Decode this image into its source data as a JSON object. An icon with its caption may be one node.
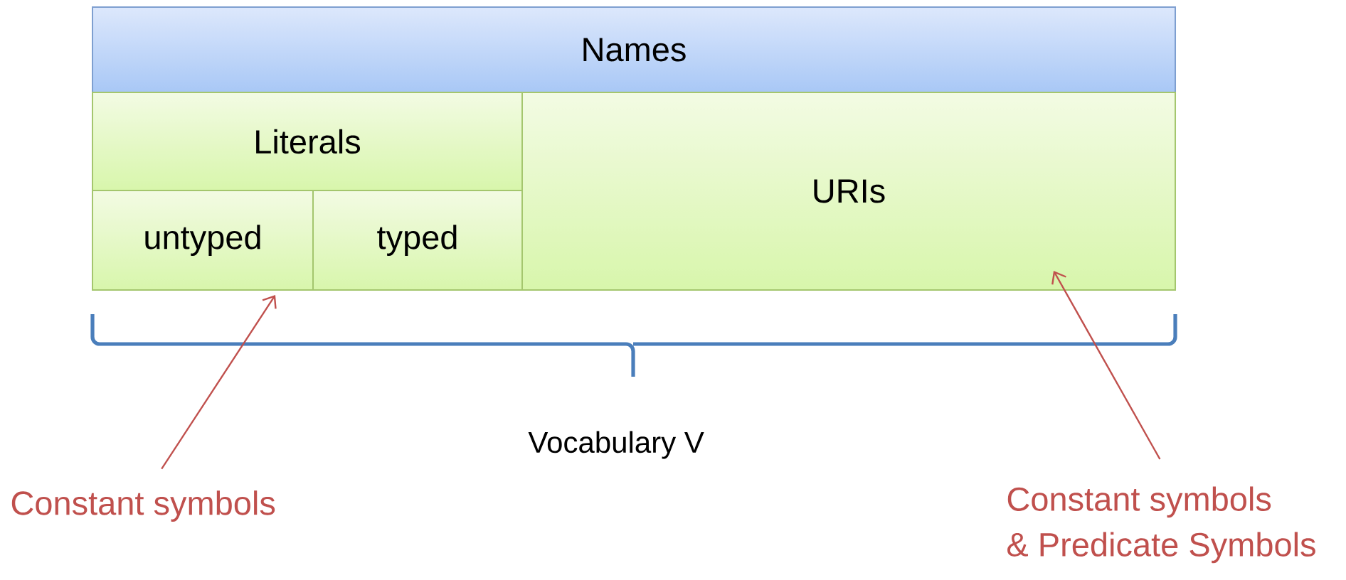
{
  "diagram": {
    "nodes": [
      {
        "text": [
          "Names"
        ]
      },
      {
        "text": [
          "Literals"
        ]
      },
      {
        "text": [
          "URIs"
        ]
      },
      {
        "text": [
          "untyped"
        ]
      },
      {
        "text": [
          "typed"
        ]
      },
      {
        "text": [
          "Constant symbols"
        ]
      },
      {
        "text": [
          "Constant symbols & Predicate Symbols"
        ]
      }
    ],
    "edges": [
      {
        "from": 5,
        "to": 3,
        "arrow": "to"
      },
      {
        "from": 6,
        "to": 2,
        "arrow": "to"
      }
    ],
    "labels": [
      "Vocabulary V"
    ]
  }
}
